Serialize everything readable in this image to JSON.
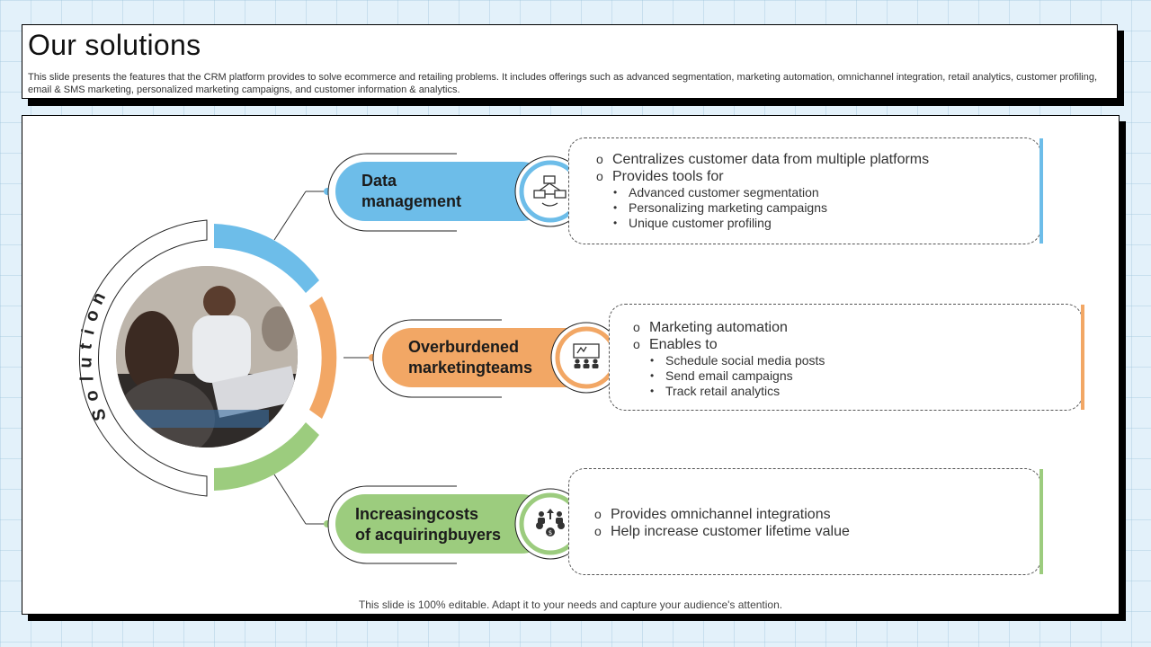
{
  "header": {
    "title": "Our solutions",
    "subtitle": "This slide presents the features that the CRM platform provides to solve ecommerce and retailing problems. It includes offerings such as advanced segmentation, marketing automation, omnichannel integration, retail analytics, customer profiling, email & SMS marketing, personalized marketing campaigns, and customer information & analytics."
  },
  "hub": {
    "letters": [
      "S",
      "o",
      "l",
      "u",
      "t",
      "i",
      "o",
      "n"
    ]
  },
  "items": [
    {
      "title_line1": "Data",
      "title_line2": "management",
      "color": "#6dbde9",
      "icon": "network-computers-icon",
      "points": [
        "Centralizes customer data from multiple platforms",
        "Provides tools for"
      ],
      "subpoints": [
        "Advanced customer segmentation",
        "Personalizing marketing campaigns",
        "Unique customer profiling"
      ]
    },
    {
      "title_line1": "Overburdened",
      "title_line2": "marketingteams",
      "color": "#f2a765",
      "icon": "presentation-team-icon",
      "points": [
        "Marketing automation",
        "Enables to"
      ],
      "subpoints": [
        "Schedule social media posts",
        "Send email campaigns",
        "Track retail analytics"
      ]
    },
    {
      "title_line1": "Increasingcosts",
      "title_line2": "of acquiringbuyers",
      "color": "#9ccc7e",
      "icon": "buyers-cost-icon",
      "points": [
        "Provides omnichannel integrations",
        "Help increase customer lifetime value"
      ],
      "subpoints": []
    }
  ],
  "footer": "This slide is 100% editable. Adapt it to your needs and capture your audience's attention."
}
